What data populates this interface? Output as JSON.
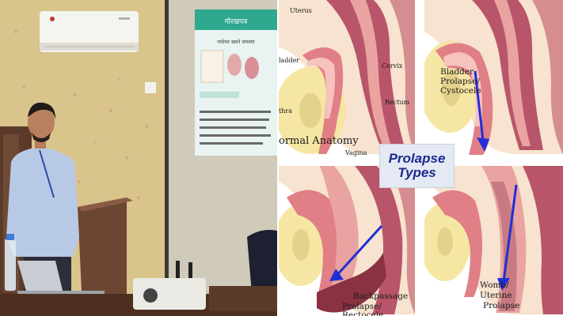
{
  "overlay": {
    "title_line1": "Prolapse",
    "title_line2": "Types"
  },
  "panels": {
    "normal": {
      "caption": "ormal Anatomy",
      "labels": {
        "uterus": "Uterus",
        "bladder": "ladder",
        "cervix": "Cervix",
        "rectum": "Rectum",
        "urethra": "thra",
        "vagina": "Vagina"
      }
    },
    "bladder": {
      "caption_line1": "Bladder",
      "caption_line2": "Prolapse/",
      "caption_line3": "Cystocele"
    },
    "back": {
      "caption_line1": "Backpassage",
      "caption_line2": "Prolapse/ Rectocele"
    },
    "womb": {
      "caption_line1": "Womb/",
      "caption_line2": "Uterine",
      "caption_line3": "Prolapse"
    }
  },
  "colors": {
    "arrow": "#1f2fd6",
    "tissue_pink": "#e9a3a0",
    "tissue_dark": "#a04a55",
    "bone": "#f6e6a4",
    "wall": "#f7e3cf"
  }
}
